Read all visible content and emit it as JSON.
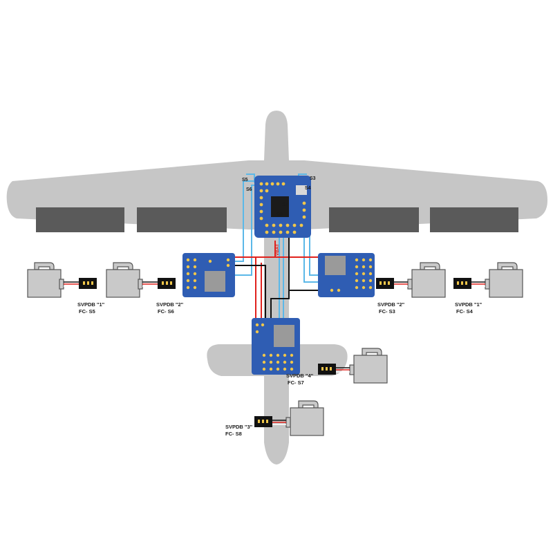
{
  "colors": {
    "airframe": "#c6c6c6",
    "aileron": "#5a5a5a",
    "board": "#2f5db3",
    "board_light": "#4a7fd0",
    "signal_wire": "#5bb8e8",
    "power_wire": "#e0201c",
    "ground_wire": "#111111",
    "servo_body": "#c9c9c9",
    "servo_stroke": "#555555"
  },
  "fc_pins": {
    "s3": "S3",
    "s4": "S4",
    "s5": "S5",
    "s6": "S6",
    "s7": "S7",
    "s8": "S8"
  },
  "vbat_label": "VBAT",
  "servos": [
    {
      "id": "left-outer",
      "line1": "SVPDB \"1\"",
      "line2": "FC- S5"
    },
    {
      "id": "left-inner",
      "line1": "SVPDB \"2\"",
      "line2": "FC- S6"
    },
    {
      "id": "right-inner",
      "line1": "SVPDB \"2\"",
      "line2": "FC- S3"
    },
    {
      "id": "right-outer",
      "line1": "SVPDB \"1\"",
      "line2": "FC- S4"
    },
    {
      "id": "elevator",
      "line1": "SVPDB \"4\"",
      "line2": "FC- S7"
    },
    {
      "id": "rudder",
      "line1": "SVPDB \"3\"",
      "line2": "FC- S8"
    }
  ]
}
